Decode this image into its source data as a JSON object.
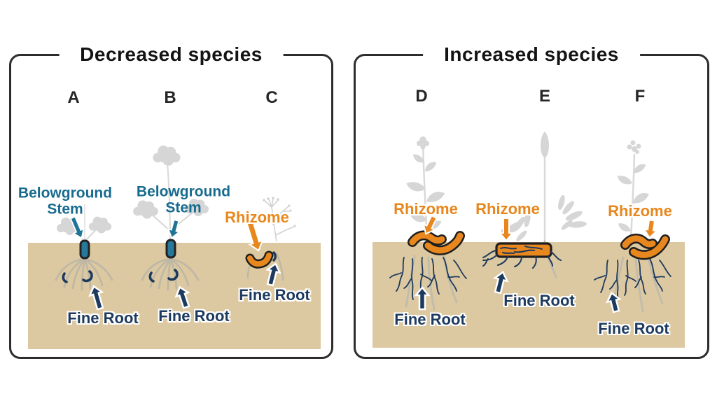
{
  "figure": {
    "left_panel": {
      "title": "Decreased species",
      "species": [
        "A",
        "B",
        "C"
      ],
      "labels": {
        "belowground_stem_a": {
          "line1": "Belowground",
          "line2": "Stem"
        },
        "belowground_stem_b": {
          "line1": "Belowground",
          "line2": "Stem"
        },
        "rhizome_c": "Rhizome",
        "fine_root_a": "Fine Root",
        "fine_root_b": "Fine Root",
        "fine_root_c": "Fine Root"
      }
    },
    "right_panel": {
      "title": "Increased species",
      "species": [
        "D",
        "E",
        "F"
      ],
      "labels": {
        "rhizome_d": "Rhizome",
        "rhizome_e": "Rhizome",
        "rhizome_f": "Rhizome",
        "fine_root_d": "Fine Root",
        "fine_root_e": "Fine Root",
        "fine_root_f": "Fine Root"
      }
    },
    "colors": {
      "soil": "#ddc9a1",
      "teal": "#27789a",
      "teal_text": "#176b8e",
      "orange": "#e8871d",
      "navy": "#1d3a5f",
      "plant_silhouette_gray": "#d6d6d6",
      "coarse_root_gray": "#c2bcab",
      "panel_border": "#2d2d2d"
    }
  }
}
